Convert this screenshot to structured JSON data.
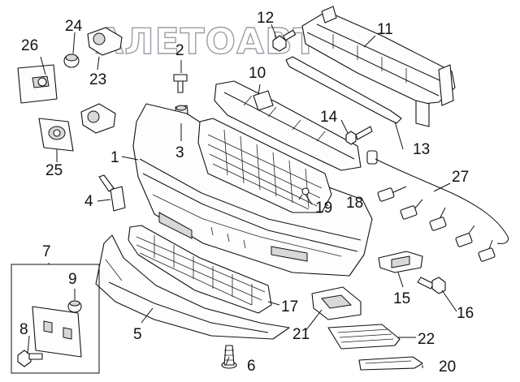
{
  "watermark": "АЛЕТОАВТО",
  "callouts": {
    "c1": "1",
    "c2": "2",
    "c3": "3",
    "c4": "4",
    "c5": "5",
    "c6": "6",
    "c7": "7",
    "c8": "8",
    "c9": "9",
    "c10": "10",
    "c11": "11",
    "c12": "12",
    "c13": "13",
    "c14": "14",
    "c15": "15",
    "c16": "16",
    "c17": "17",
    "c18": "18",
    "c19": "19",
    "c20": "20",
    "c21": "21",
    "c22": "22",
    "c23": "23",
    "c24": "24",
    "c25": "25",
    "c26": "26",
    "c27": "27"
  },
  "colors": {
    "line": "#111111",
    "fill": "#fdfdfd",
    "shade": "#d8d8d8"
  }
}
